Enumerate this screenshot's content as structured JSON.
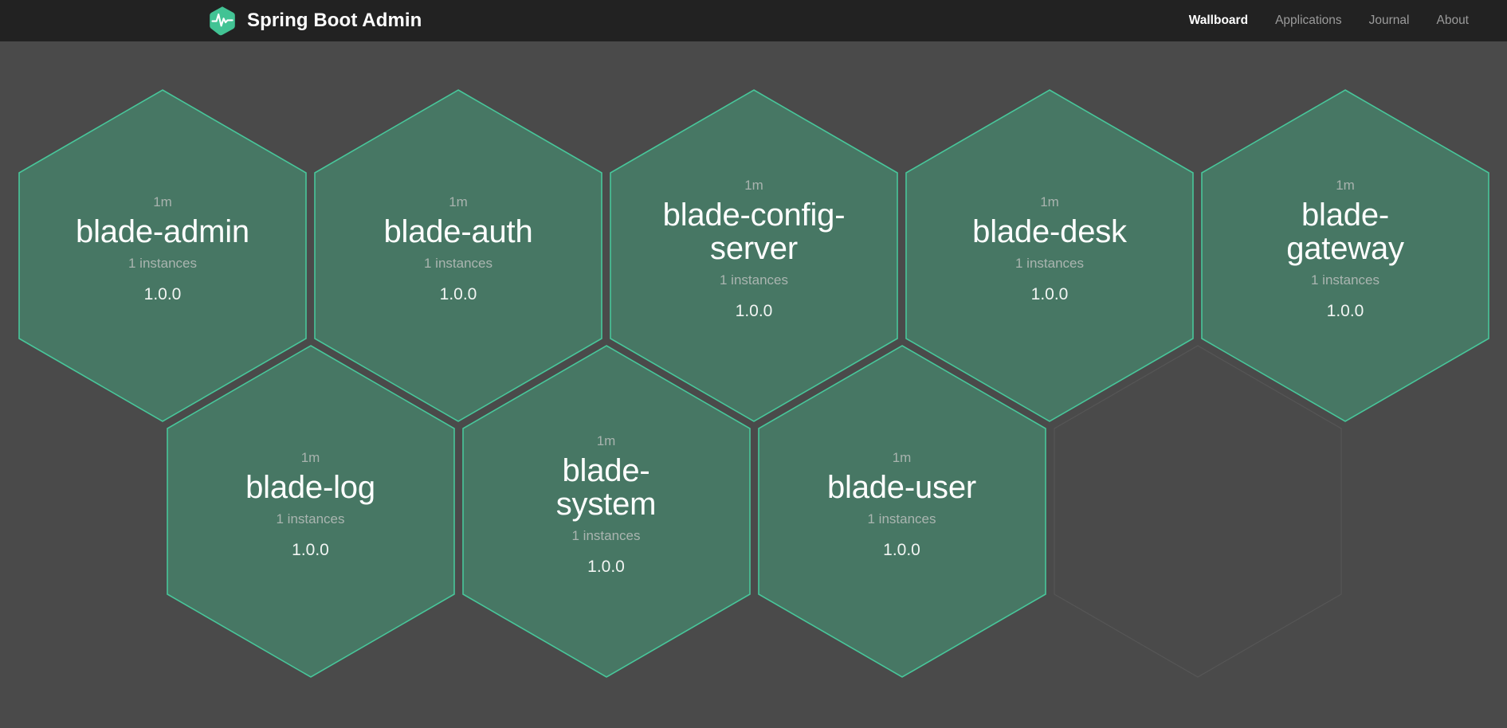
{
  "header": {
    "logo_icon": "heartbeat-hexagon-logo",
    "title": "Spring Boot Admin",
    "nav": [
      {
        "label": "Wallboard",
        "active": true
      },
      {
        "label": "Applications",
        "active": false
      },
      {
        "label": "Journal",
        "active": false
      },
      {
        "label": "About",
        "active": false
      }
    ]
  },
  "colors": {
    "header_bg": "#222222",
    "page_bg": "#4a4a4a",
    "hex_fill": "#477764",
    "hex_border": "#48c69a",
    "logo_green": "#42c394",
    "empty_hex_border": "#565656",
    "text_primary": "#ffffff",
    "text_muted": "#a8b3ae",
    "nav_inactive": "#9b9b9b"
  },
  "wallboard": {
    "applications": [
      {
        "status": "1m",
        "name": "blade-admin",
        "instances": "1 instances",
        "version": "1.0.0",
        "empty": false
      },
      {
        "status": "1m",
        "name": "blade-auth",
        "instances": "1 instances",
        "version": "1.0.0",
        "empty": false
      },
      {
        "status": "1m",
        "name": "blade-config-server",
        "instances": "1 instances",
        "version": "1.0.0",
        "empty": false
      },
      {
        "status": "1m",
        "name": "blade-desk",
        "instances": "1 instances",
        "version": "1.0.0",
        "empty": false
      },
      {
        "status": "1m",
        "name": "blade-gateway",
        "instances": "1 instances",
        "version": "1.0.0",
        "empty": false
      },
      {
        "status": "1m",
        "name": "blade-log",
        "instances": "1 instances",
        "version": "1.0.0",
        "empty": false
      },
      {
        "status": "1m",
        "name": "blade-system",
        "instances": "1 instances",
        "version": "1.0.0",
        "empty": false
      },
      {
        "status": "1m",
        "name": "blade-user",
        "instances": "1 instances",
        "version": "1.0.0",
        "empty": false
      },
      {
        "status": "",
        "name": "",
        "instances": "",
        "version": "",
        "empty": true
      }
    ]
  }
}
